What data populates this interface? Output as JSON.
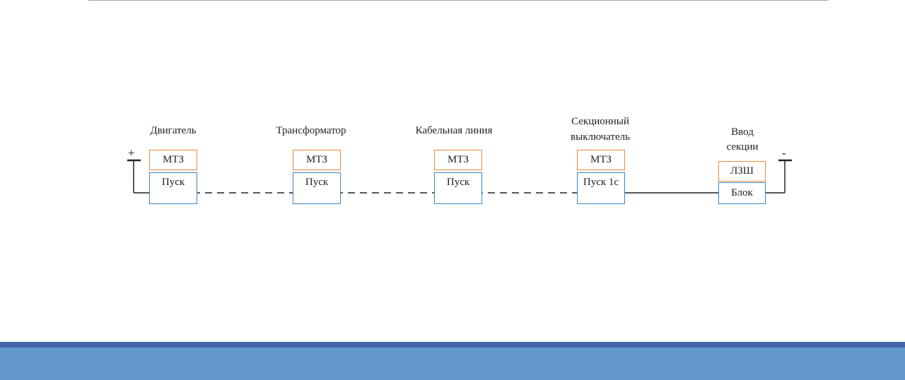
{
  "diagram": {
    "polarity": {
      "plus": "+",
      "minus": "-"
    },
    "units": [
      {
        "label": "Двигатель",
        "prot": "МТЗ",
        "start": "Пуск"
      },
      {
        "label": "Трансформатор",
        "prot": "МТЗ",
        "start": "Пуск"
      },
      {
        "label": "Кабельная линия",
        "prot": "МТЗ",
        "start": "Пуск"
      },
      {
        "label_line1": "Секционный",
        "label_line2": "выключатель",
        "prot": "МТЗ",
        "start": "Пуск 1с"
      },
      {
        "label_line1": "Ввод",
        "label_line2": "секции",
        "prot": "ЛЗШ",
        "start": "Блок"
      }
    ],
    "colors": {
      "protection_box": "#e5893a",
      "start_box": "#3b86c6",
      "footer_dark": "#4467aa",
      "footer_light": "#6199cd"
    }
  }
}
